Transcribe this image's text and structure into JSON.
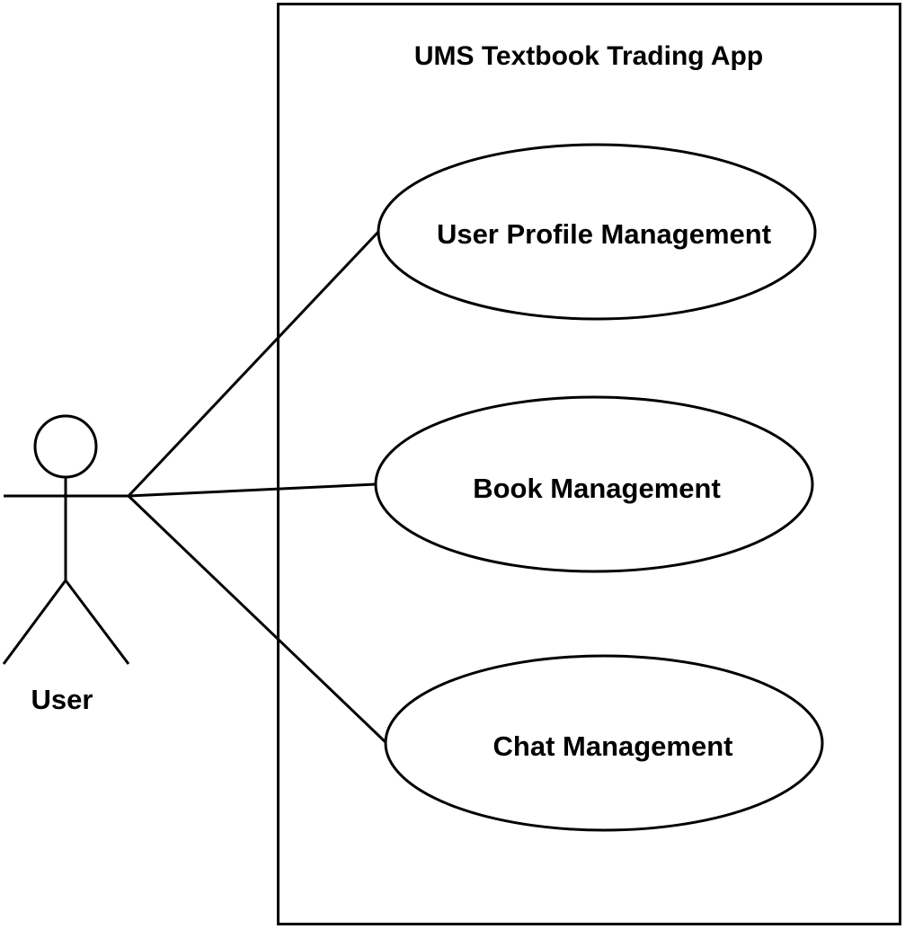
{
  "system": {
    "title": "UMS Textbook Trading App"
  },
  "actor": {
    "label": "User"
  },
  "use_cases": [
    {
      "label": "User Profile Management"
    },
    {
      "label": "Book Management"
    },
    {
      "label": "Chat Management"
    }
  ],
  "colors": {
    "stroke": "#000000",
    "background": "#ffffff"
  }
}
